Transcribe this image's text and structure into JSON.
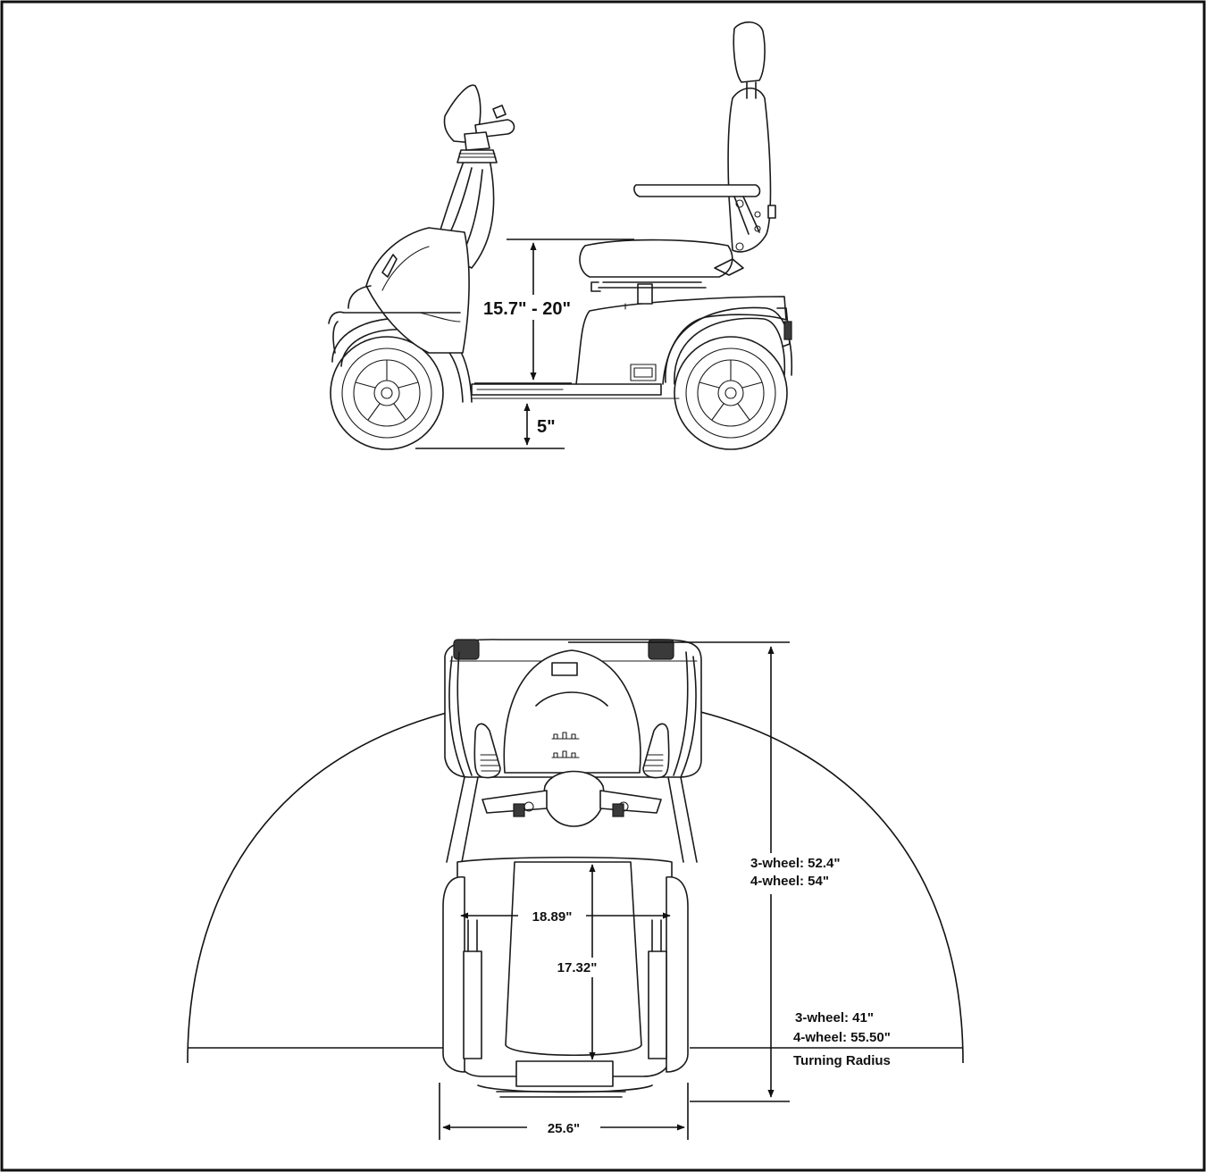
{
  "side_view": {
    "seat_height": "15.7\" - 20\"",
    "ground_clearance": "5\""
  },
  "top_view": {
    "overall_length_3wheel": "3-wheel: 52.4\"",
    "overall_length_4wheel": "4-wheel: 54\"",
    "seat_width": "18.89\"",
    "seat_depth": "17.32\"",
    "turning_radius_3wheel": "3-wheel: 41\"",
    "turning_radius_4wheel": "4-wheel: 55.50\"",
    "turning_radius_label": "Turning Radius",
    "overall_width": "25.6\""
  }
}
